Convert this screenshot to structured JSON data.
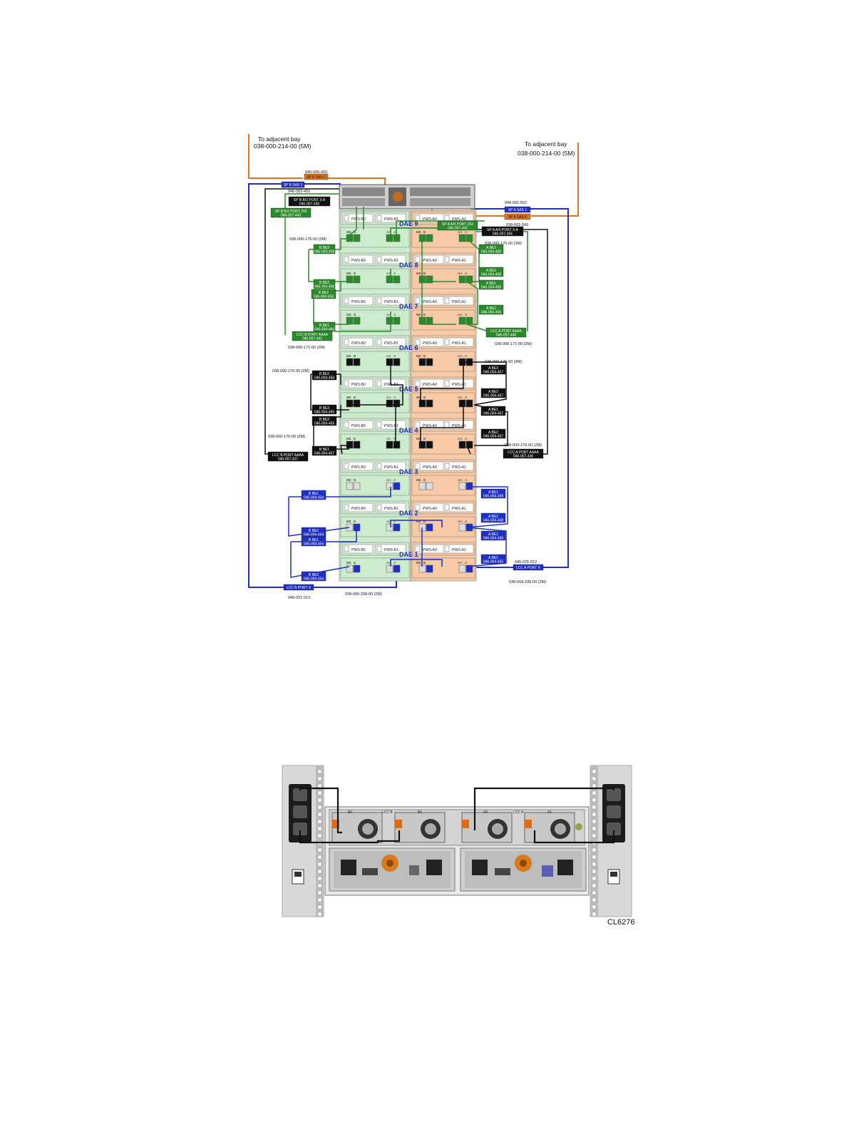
{
  "top_diagram": {
    "adjacent_left": {
      "line1": "To adjacent bay",
      "line2": "038-000-214-00 (5M)"
    },
    "adjacent_right": {
      "line1": "To adjacent bay",
      "line2": "038-000-214-00 (5M)"
    },
    "cable_parts": {
      "c_top_left": "046-005-450",
      "c_top_left2": "046-003-450",
      "c_right_top": "046-001-562",
      "c_right_top2": "038-001-566",
      "c_9": "038-000-176-00 (2M)",
      "c_9r": "038-000-176-00 (2M)",
      "c_7l": "038-000-171-00 (2M)",
      "c_7r": "038-000-171-00 (2M)",
      "c_6l": "038-000-176-00 (2M)",
      "c_6r": "038-000-176-00 (2M)",
      "c_4l": "038-000-176-00 (2M)",
      "c_4r": "038-000-176-00 (2M)",
      "c_1l": "038-000-208-00 (2M)",
      "c_1r": "038-004-208-00 (2M)",
      "c_bot": "046-021-013",
      "c_bot_r": "046-021-012"
    },
    "daes": [
      {
        "label": "DAE 9",
        "color": "green"
      },
      {
        "label": "DAE 8",
        "color": "green"
      },
      {
        "label": "DAE 7",
        "color": "green"
      },
      {
        "label": "DAE 6",
        "color": "black"
      },
      {
        "label": "DAE 5",
        "color": "black"
      },
      {
        "label": "DAE 4",
        "color": "black"
      },
      {
        "label": "DAE 3",
        "color": "blue"
      },
      {
        "label": "DAE 2",
        "color": "blue"
      },
      {
        "label": "DAE 1",
        "color": "blue"
      }
    ],
    "psu": {
      "b0": "PWS-B0",
      "b1": "PWS-B1",
      "a0": "PWS-A0",
      "a1": "PWS-A1"
    },
    "ports": {
      "bb": "BB",
      "b": "B",
      "aa": "AA",
      "a": "A"
    },
    "tags": {
      "sp_b_sas1": "SP B SAS 1",
      "sp_b_sas0": "SP B SAS 0",
      "sp_b_port3_a": "SP B B/3 PORT 3-A",
      "sp_b_port3_a_pn": "046-007-456",
      "sp_b_port": "SP B B/3 PORT 252",
      "sp_b_port_pn": "046-007-443",
      "sp_a_sas1": "SP A SAS 1",
      "sp_a_sas0": "SP A SAS 0",
      "sp_a_port": "SP A A/0 PORT 252",
      "sp_a_port_pn": "046-007-442",
      "sp_a_port3": "SP A A/0 PORT 3-A",
      "sp_a_port3_pn": "046-007-456",
      "b_be1": "B BE1",
      "b_be2": "B BE2",
      "b_be3": "B BE3",
      "a_be1": "A BE1",
      "a_be2": "A BE2",
      "a_be3": "A BE3",
      "pn_458": "046-004-458",
      "pn_455": "046-004-455",
      "pn_457": "046-004-457",
      "pn_456": "046-004-456",
      "pn_454": "046-004-454",
      "pn_460": "046-004-460",
      "lcc_b_port_green": "LCC B PORT AAAA",
      "lcc_b_port_green_pn": "046-007-441",
      "lcc_a_port_green": "LCC A PORT AAAA",
      "lcc_a_port_green_pn": "046-007-440",
      "lcc_b_port_black": "LCC B PORT AAAA",
      "lcc_b_port_black_pn": "046-007-437",
      "lcc_a_port_black": "LCC A PORT AAAA",
      "lcc_a_port_black_pn": "046-007-436",
      "lcc_b_port_x": "LCC B PORT X",
      "lcc_a_port_x": "LCC A PORT X"
    }
  },
  "bottom_photo": {
    "figure_id": "CL6276",
    "labels": {
      "b0": "B0",
      "lcc_b": "LCC B",
      "b1": "B1",
      "a0": "A0",
      "lcc_a": "LCC A",
      "a1": "A1"
    }
  },
  "colors": {
    "green": "#2b8a2b",
    "green_fill": "#cdeccd",
    "orange_fill": "#f7c9a4",
    "orange": "#e0741c",
    "blue": "#1f2fc2",
    "black": "#111111",
    "dae_label": "#2233aa"
  }
}
